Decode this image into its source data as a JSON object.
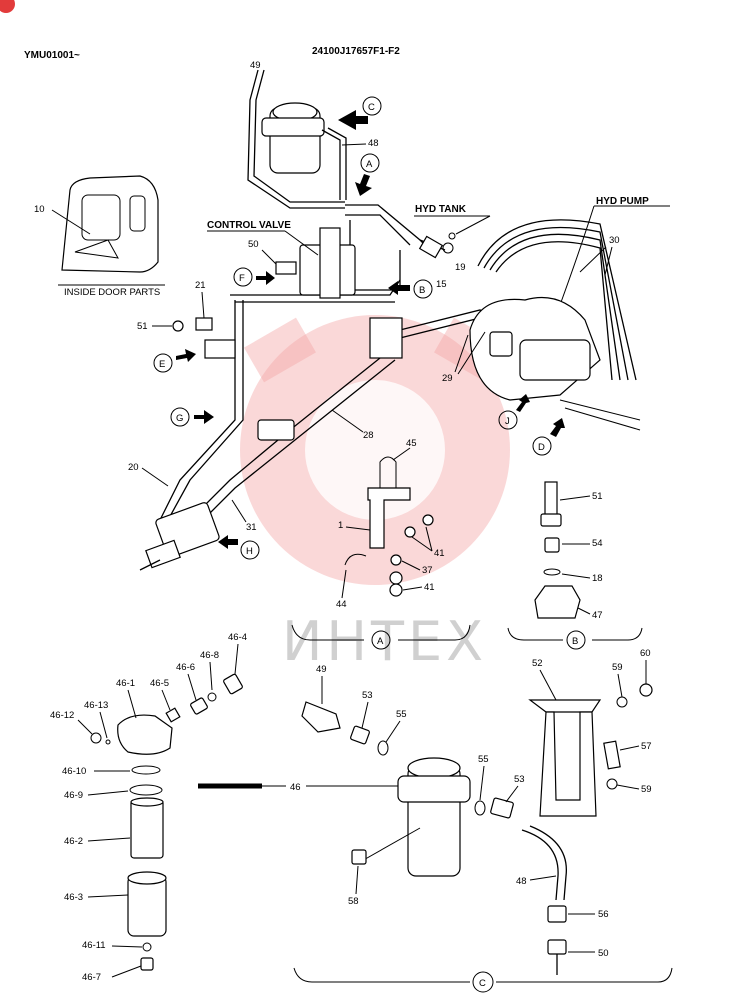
{
  "header": {
    "model_code": "YMU01001~",
    "drawing_number": "24100J17657F1-F2"
  },
  "watermark": {
    "text": "ИНТЕХ",
    "color": "#f3a8a8"
  },
  "labels": {
    "control_valve": "CONTROL VALVE",
    "hyd_tank": "HYD TANK",
    "hyd_pump": "HYD PUMP",
    "inside_door_parts": "INSIDE DOOR PARTS"
  },
  "view_markers": [
    "A",
    "B",
    "C",
    "D",
    "E",
    "F",
    "G",
    "H",
    "J"
  ],
  "detail_captions": {
    "a": "A",
    "b": "B",
    "c": "C"
  },
  "main_callouts": [
    "49",
    "48",
    "10",
    "50",
    "21",
    "51",
    "15",
    "19",
    "30",
    "29",
    "28",
    "45",
    "20",
    "31",
    "1",
    "41",
    "37",
    "41",
    "44"
  ],
  "detail_b_callouts": [
    "51",
    "54",
    "18",
    "47"
  ],
  "filter_callouts": [
    "46-4",
    "46-8",
    "46-6",
    "46-5",
    "46-1",
    "46-12",
    "46-13",
    "46-10",
    "46-9",
    "46-2",
    "46-3",
    "46-11",
    "46-7",
    "46"
  ],
  "detail_c_callouts": [
    "49",
    "53",
    "55",
    "52",
    "59",
    "60",
    "57",
    "59",
    "55",
    "53",
    "48",
    "58",
    "56",
    "50"
  ]
}
